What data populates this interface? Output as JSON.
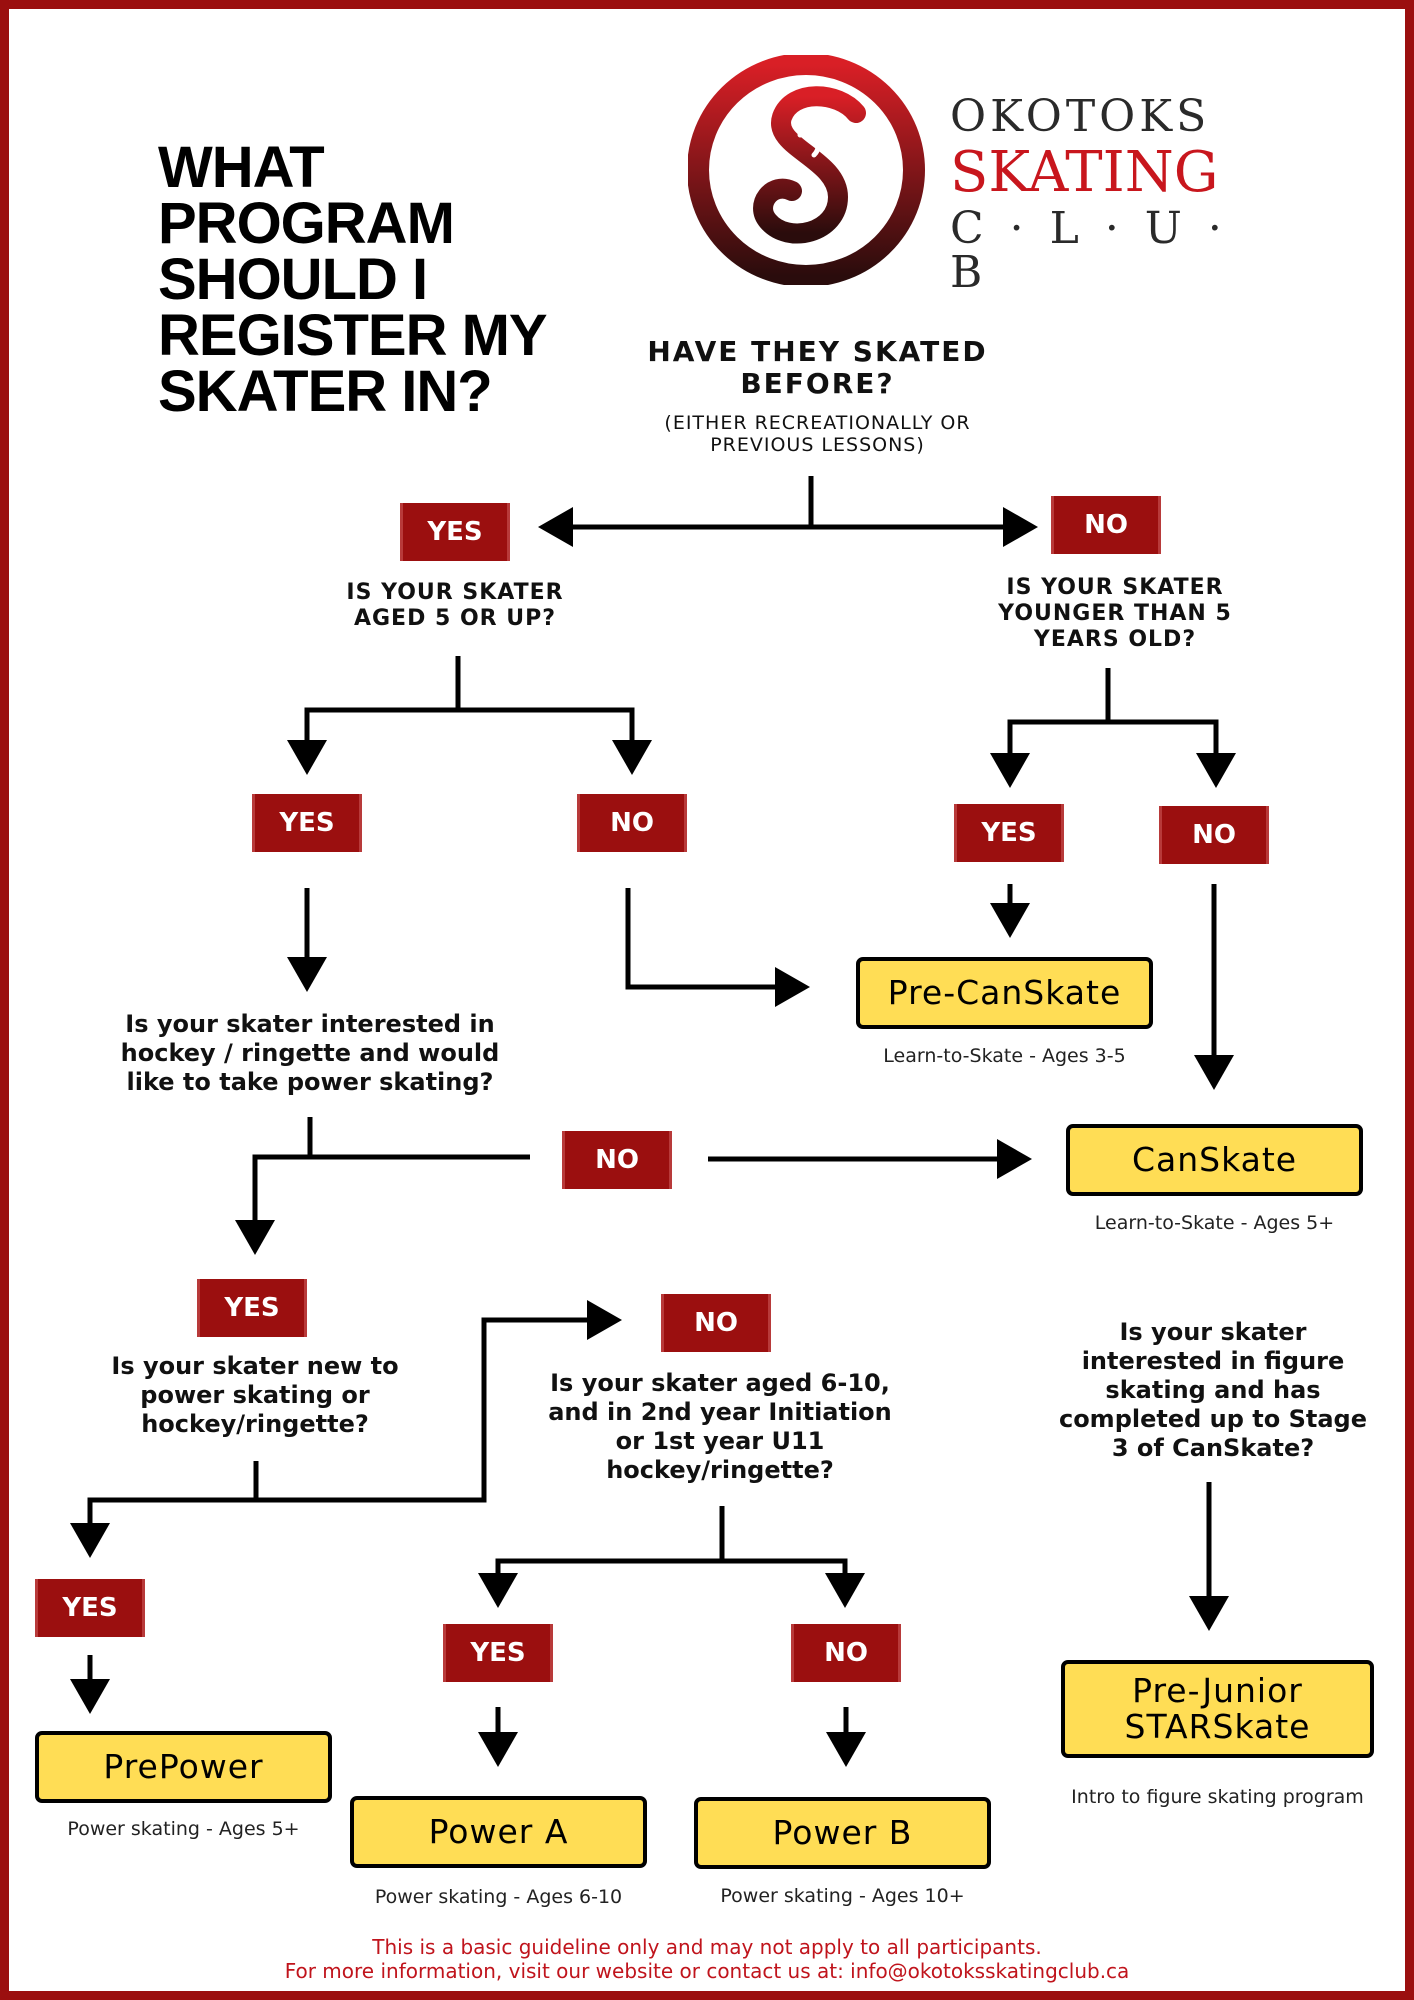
{
  "title": "WHAT PROGRAM SHOULD I REGISTER MY SKATER IN?",
  "logo": {
    "line1": "OKOTOKS",
    "line2": "SKATING",
    "line3": "C · L · U · B",
    "monogram": "OS"
  },
  "colors": {
    "accent": "#9b0f0f",
    "program_fill": "#ffdd55",
    "footer_text": "#c0141c"
  },
  "q1": {
    "text": "HAVE THEY SKATED BEFORE?",
    "sub": "(EITHER RECREATIONALLY OR PREVIOUS LESSONS)"
  },
  "q2": {
    "text": "IS YOUR SKATER AGED 5 OR UP?"
  },
  "q3": {
    "text": "IS YOUR SKATER YOUNGER THAN 5 YEARS OLD?"
  },
  "q4": {
    "text": "Is your skater interested in hockey / ringette and would like to take power skating?"
  },
  "q5": {
    "text": "Is your skater new to power skating or hockey/ringette?"
  },
  "q6": {
    "text": "Is your skater aged 6-10, and in 2nd year Initiation or 1st year U11 hockey/ringette?"
  },
  "q7": {
    "text": "Is your skater interested in figure skating and has completed up to Stage 3 of CanSkate?"
  },
  "labels": {
    "yes": "YES",
    "no": "NO"
  },
  "programs": {
    "precanskate": {
      "name": "Pre-CanSkate",
      "desc": "Learn-to-Skate - Ages 3-5"
    },
    "canskate": {
      "name": "CanSkate",
      "desc": "Learn-to-Skate - Ages 5+"
    },
    "prepower": {
      "name": "PrePower",
      "desc": "Power skating - Ages 5+"
    },
    "power_a": {
      "name": "Power A",
      "desc": "Power skating - Ages 6-10"
    },
    "power_b": {
      "name": "Power B",
      "desc": "Power skating - Ages 10+"
    },
    "prejunior": {
      "name": "Pre-Junior STARSkate",
      "desc": "Intro to figure skating program"
    }
  },
  "footer": {
    "line1": "This is a basic guideline only and may not apply to all participants.",
    "line2": "For more information, visit our website or contact us at: info@okotoksskatingclub.ca"
  }
}
